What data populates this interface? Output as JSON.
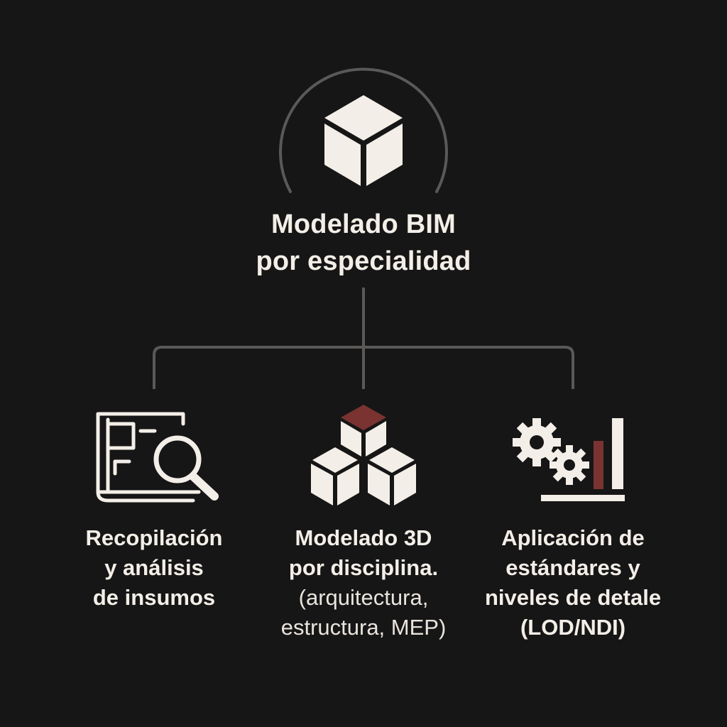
{
  "colors": {
    "background": "#171616",
    "foreground": "#f3efe8",
    "connector": "#5a5958",
    "accent": "#7a3330"
  },
  "root": {
    "icon": "cube-icon",
    "title_line1": "Modelado BIM",
    "title_line2": "por especialidad"
  },
  "branches": [
    {
      "icon": "document-search-icon",
      "line1": "Recopilación",
      "line2": "y análisis",
      "line3": "de insumos"
    },
    {
      "icon": "stacked-cubes-icon",
      "line1": "Modelado 3D",
      "line2": "por disciplina.",
      "line3": "(arquitectura,",
      "line4": "estructura, MEP)"
    },
    {
      "icon": "gears-chart-icon",
      "line1": "Aplicación de",
      "line2": "estándares y",
      "line3": "niveles de detale",
      "line4": "(LOD/NDI)"
    }
  ]
}
